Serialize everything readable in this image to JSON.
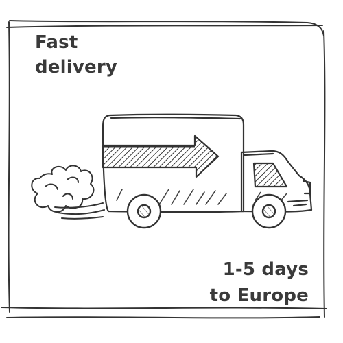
{
  "headline": {
    "line1": "Fast",
    "line2": "delivery"
  },
  "tagline": {
    "line1": "1-5 days",
    "line2": "to Europe"
  },
  "illustration": {
    "icon": "delivery-truck-icon",
    "ink_color": "#333333"
  }
}
